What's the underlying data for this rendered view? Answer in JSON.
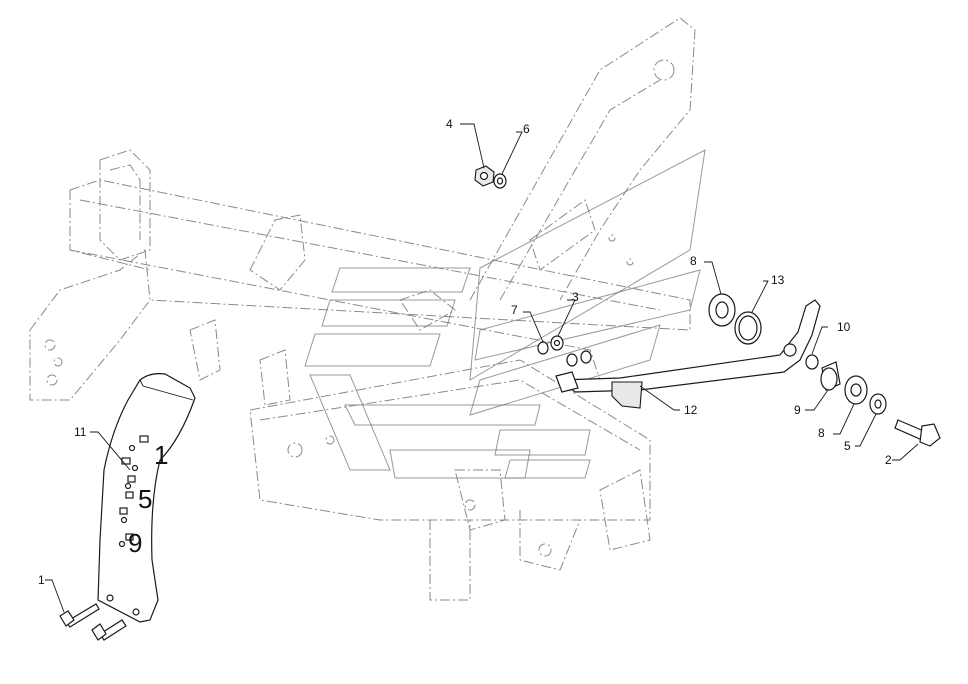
{
  "callouts": [
    {
      "id": "c1",
      "label": "1"
    },
    {
      "id": "c2",
      "label": "2"
    },
    {
      "id": "c3",
      "label": "3"
    },
    {
      "id": "c4",
      "label": "4"
    },
    {
      "id": "c5",
      "label": "5"
    },
    {
      "id": "c6",
      "label": "6"
    },
    {
      "id": "c7",
      "label": "7"
    },
    {
      "id": "c8a",
      "label": "8"
    },
    {
      "id": "c8b",
      "label": "8"
    },
    {
      "id": "c9",
      "label": "9"
    },
    {
      "id": "c10",
      "label": "10"
    },
    {
      "id": "c11",
      "label": "11"
    },
    {
      "id": "c12",
      "label": "12"
    },
    {
      "id": "c13",
      "label": "13"
    }
  ],
  "decal_numbers": [
    "1",
    "5",
    "9"
  ]
}
